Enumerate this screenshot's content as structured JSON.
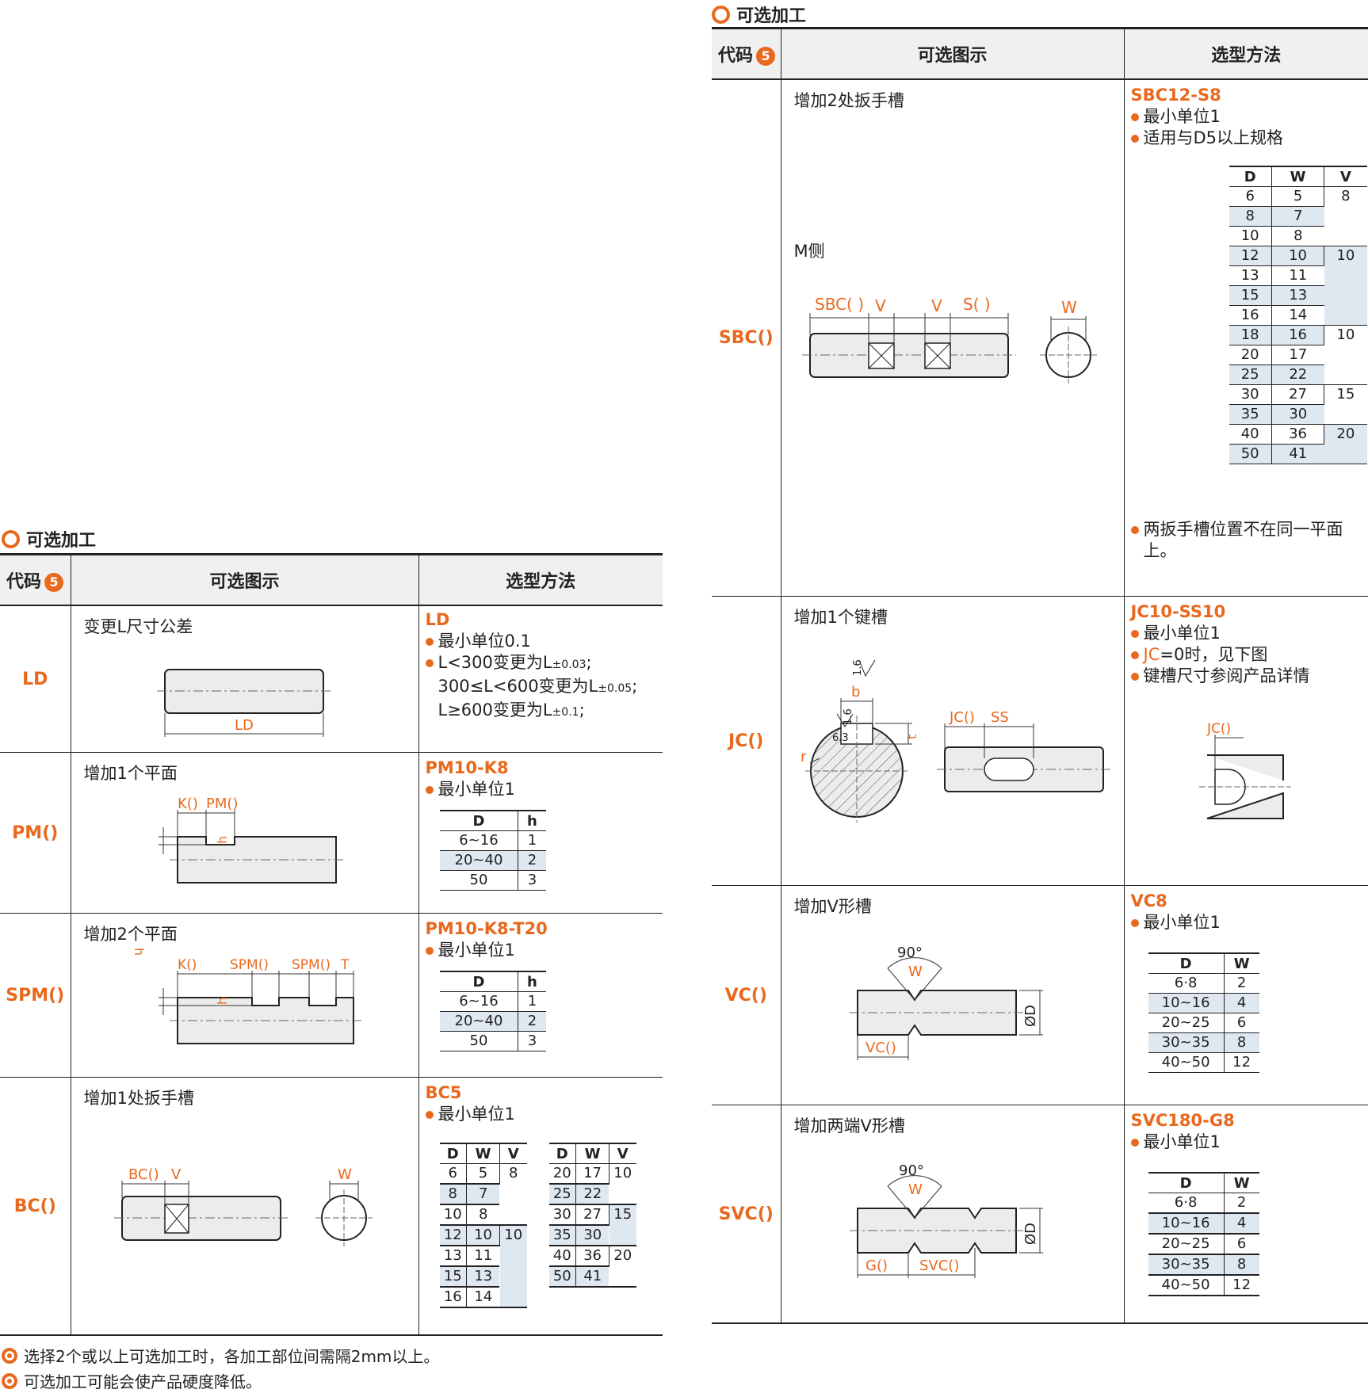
{
  "left": {
    "section_title": "可选加工",
    "headers": {
      "code": "代码",
      "badge": "5",
      "diagram": "可选图示",
      "method": "选型方法"
    },
    "rows": [
      {
        "code": "LD",
        "caption": "变更L尺寸公差",
        "example": "LD",
        "min_unit": "最小单位0.1",
        "tol_1": "L<300变更为L",
        "tol_1_sub": "±0.03",
        "tol_2": "300≤L<600变更为L",
        "tol_2_sub": "±0.05",
        "tol_3": "L≥600变更为L",
        "tol_3_sub": "±0.1",
        "dim_label": "LD"
      },
      {
        "code": "PM()",
        "caption": "增加1个平面",
        "example": "PM10-K8",
        "min_unit": "最小单位1",
        "dim_k": "K()",
        "dim_pm": "PM()",
        "dim_h": "h",
        "table": {
          "headers": [
            "D",
            "h"
          ],
          "rows": [
            [
              "6~16",
              "1"
            ],
            [
              "20~40",
              "2"
            ],
            [
              "50",
              "3"
            ]
          ]
        }
      },
      {
        "code": "SPM()",
        "caption": "增加2个平面",
        "example": "PM10-K8-T20",
        "min_unit": "最小单位1",
        "dim_k": "K()",
        "dim_spm1": "SPM()",
        "dim_spm2": "SPM()",
        "dim_t": "T",
        "dim_h": "h",
        "table": {
          "headers": [
            "D",
            "h"
          ],
          "rows": [
            [
              "6~16",
              "1"
            ],
            [
              "20~40",
              "2"
            ],
            [
              "50",
              "3"
            ]
          ]
        }
      },
      {
        "code": "BC()",
        "caption": "增加1处扳手槽",
        "example": "BC5",
        "min_unit": "最小单位1",
        "dim_bc": "BC()",
        "dim_v": "V",
        "dim_w": "W",
        "table_a": {
          "headers": [
            "D",
            "W",
            "V"
          ],
          "rows": [
            [
              "6",
              "5"
            ],
            [
              "8",
              "7"
            ],
            [
              "10",
              "8"
            ],
            [
              "12",
              "10"
            ],
            [
              "13",
              "11"
            ],
            [
              "15",
              "13"
            ],
            [
              "16",
              "14"
            ]
          ],
          "v1": "8",
          "v2": "10"
        },
        "table_b": {
          "headers": [
            "D",
            "W",
            "V"
          ],
          "rows": [
            [
              "20",
              "17"
            ],
            [
              "25",
              "22"
            ],
            [
              "30",
              "27"
            ],
            [
              "35",
              "30"
            ],
            [
              "40",
              "36"
            ],
            [
              "50",
              "41"
            ]
          ],
          "v1": "10",
          "v2": "15",
          "v3": "20"
        }
      }
    ],
    "notes": [
      "选择2个或以上可选加工时，各加工部位间需隔2mm以上。",
      "可选加工可能会使产品硬度降低。"
    ]
  },
  "right": {
    "section_title": "可选加工",
    "headers": {
      "code": "代码",
      "badge": "5",
      "diagram": "可选图示",
      "method": "选型方法"
    },
    "rows": [
      {
        "code": "SBC()",
        "caption": "增加2处扳手槽",
        "sub_caption": "M侧",
        "example": "SBC12-S8",
        "bullets": [
          "最小单位1",
          "适用与D5以上规格"
        ],
        "note": "两扳手槽位置不在同一平面上。",
        "dim_sbc": "SBC( )",
        "dim_v1": "V",
        "dim_v2": "V",
        "dim_s": "S( )",
        "dim_w": "W",
        "table": {
          "headers": [
            "D",
            "W",
            "V"
          ],
          "rows": [
            [
              "6",
              "5"
            ],
            [
              "8",
              "7"
            ],
            [
              "10",
              "8"
            ],
            [
              "12",
              "10"
            ],
            [
              "13",
              "11"
            ],
            [
              "15",
              "13"
            ],
            [
              "16",
              "14"
            ],
            [
              "18",
              "16"
            ],
            [
              "20",
              "17"
            ],
            [
              "25",
              "22"
            ],
            [
              "30",
              "27"
            ],
            [
              "35",
              "30"
            ],
            [
              "40",
              "36"
            ],
            [
              "50",
              "41"
            ]
          ],
          "v1": "8",
          "v2": "10",
          "v3": "10",
          "v4": "15",
          "v5": "20"
        }
      },
      {
        "code": "JC()",
        "caption": "增加1个键槽",
        "example": "JC10-SS10",
        "bullet_1": "最小单位1",
        "bullet_2_a": "JC",
        "bullet_2_b": "=0时，见下图",
        "bullet_3": "键槽尺寸参阅产品详情",
        "dim_16a": "1.6",
        "dim_b": "b",
        "dim_16b": "1.6",
        "dim_63": "6.3",
        "dim_t": "t",
        "dim_r": "r",
        "dim_jc": "JC()",
        "dim_ss": "SS",
        "dim_jc2": "JC()"
      },
      {
        "code": "VC()",
        "caption": "增加V形槽",
        "example": "VC8",
        "min_unit": "最小单位1",
        "dim_angle": "90°",
        "dim_w": "W",
        "dim_vc": "VC()",
        "dim_d": "ØD",
        "table": {
          "headers": [
            "D",
            "W"
          ],
          "rows": [
            [
              "6·8",
              "2"
            ],
            [
              "10~16",
              "4"
            ],
            [
              "20~25",
              "6"
            ],
            [
              "30~35",
              "8"
            ],
            [
              "40~50",
              "12"
            ]
          ]
        }
      },
      {
        "code": "SVC()",
        "caption": "增加两端V形槽",
        "example": "SVC180-G8",
        "min_unit": "最小单位1",
        "dim_angle": "90°",
        "dim_w": "W",
        "dim_g": "G()",
        "dim_svc": "SVC()",
        "dim_d": "ØD",
        "table": {
          "headers": [
            "D",
            "W"
          ],
          "rows": [
            [
              "6·8",
              "2"
            ],
            [
              "10~16",
              "4"
            ],
            [
              "20~25",
              "6"
            ],
            [
              "30~35",
              "8"
            ],
            [
              "40~50",
              "12"
            ]
          ]
        }
      }
    ]
  },
  "colors": {
    "accent": "#e8691e",
    "table_alt": "#dfe8f0",
    "header_bg": "#f0f0f0",
    "shaft": "#ececec"
  }
}
